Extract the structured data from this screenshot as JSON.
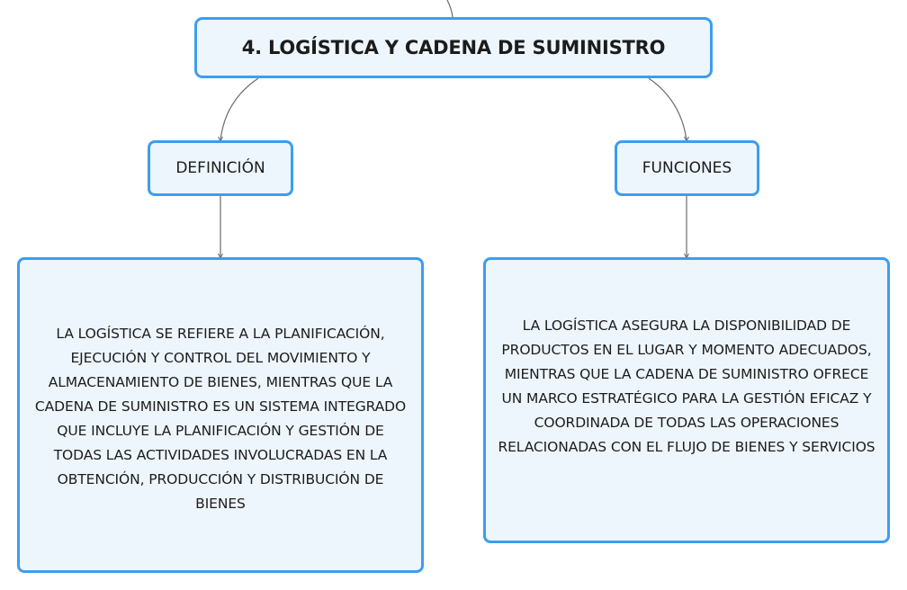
{
  "map": {
    "root": {
      "label": "4. LOGÍSTICA Y CADENA DE SUMINISTRO"
    },
    "branches": [
      {
        "label": "DEFINICIÓN",
        "detail": "LA LOGÍSTICA SE REFIERE A LA PLANIFICACIÓN, EJECUCIÓN Y CONTROL DEL MOVIMIENTO Y ALMACENAMIENTO DE BIENES, MIENTRAS QUE LA CADENA DE SUMINISTRO ES UN SISTEMA INTEGRADO QUE INCLUYE LA PLANIFICACIÓN Y GESTIÓN DE TODAS LAS ACTIVIDADES INVOLUCRADAS EN LA OBTENCIÓN, PRODUCCIÓN Y DISTRIBUCIÓN DE BIENES"
      },
      {
        "label": "FUNCIONES",
        "detail": "LA LOGÍSTICA ASEGURA LA DISPONIBILIDAD DE PRODUCTOS EN EL LUGAR Y MOMENTO ADECUADOS, MIENTRAS QUE LA CADENA DE SUMINISTRO OFRECE UN MARCO ESTRATÉGICO PARA LA GESTIÓN EFICAZ Y COORDINADA DE TODAS LAS OPERACIONES RELACIONADAS CON EL FLUJO DE BIENES Y SERVICIOS"
      }
    ]
  },
  "colors": {
    "node_border": "#3d9df0",
    "node_fill": "#eef6fd",
    "connector": "#6b6b6b",
    "text": "#1c1c1c"
  }
}
